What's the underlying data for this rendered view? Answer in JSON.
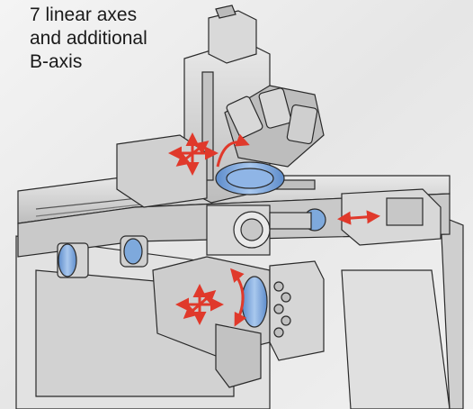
{
  "caption": {
    "lines": [
      "7 linear axes",
      "and additional",
      "B-axis"
    ]
  },
  "illustration": {
    "subject": "multi-axis turning machine with upper B-axis tool turret and lower tool turret",
    "icons": [
      "upper-tool-turret-icon",
      "lower-tool-turret-icon",
      "spindle-icon",
      "tailstock-icon",
      "axis-arrows-icon",
      "b-axis-rotation-arrow-icon"
    ]
  },
  "colors": {
    "background": "#ececec",
    "machine_body": "#d6d6d6",
    "machine_shadow": "#a9a9a9",
    "outline": "#2a2a2a",
    "accent_blue": "#7ea9dc",
    "arrow_red": "#e0392b"
  }
}
